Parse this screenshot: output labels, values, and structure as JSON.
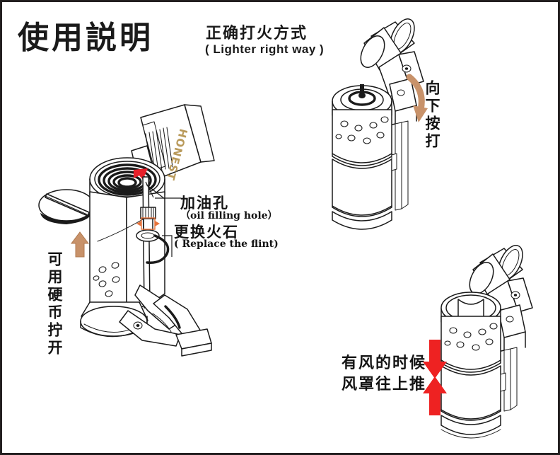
{
  "document": {
    "title": "使用説明",
    "border_color": "#231f20",
    "background": "#ffffff"
  },
  "header": {
    "section_title_cn": "正确打火方式",
    "section_title_en": "( Lighter right way )"
  },
  "callouts": {
    "oil_hole_cn": "加油孔",
    "oil_hole_en": "（oil filling hole）",
    "flint_cn": "更换火石",
    "flint_en": "( Replace the flint)"
  },
  "instructions": {
    "coin_note": "可用硬币拧开",
    "press_down": "向下按打",
    "wind_note": "有风的时候\n风罩往上推"
  },
  "brand": {
    "logo_text": "HONEST",
    "logo_color": "#b99a5b"
  },
  "colors": {
    "line": "#1a1a1a",
    "arrow_tan": "#c8926a",
    "arrow_red": "#ee2222",
    "highlight_red": "#e8202a",
    "flint_highlight": "#e8743c"
  },
  "figures": [
    {
      "name": "exploded-lighter-with-cap",
      "position": "center-left"
    },
    {
      "name": "lighter-cap-open",
      "position": "top-right"
    },
    {
      "name": "lighter-windshield-extended",
      "position": "bottom-right"
    },
    {
      "name": "coin-slot-cap",
      "position": "left"
    }
  ],
  "arrows": [
    {
      "name": "coin-up-arrow",
      "direction": "up",
      "color": "#c8926a"
    },
    {
      "name": "press-down-curved-arrow",
      "direction": "curved-down",
      "color": "#c8926a"
    },
    {
      "name": "windshield-down-arrow",
      "direction": "down",
      "color": "#ee2222"
    },
    {
      "name": "windshield-up-arrow",
      "direction": "up",
      "color": "#ee2222"
    },
    {
      "name": "oil-hole-pointer",
      "direction": "down-left",
      "color": "#e8202a"
    }
  ]
}
